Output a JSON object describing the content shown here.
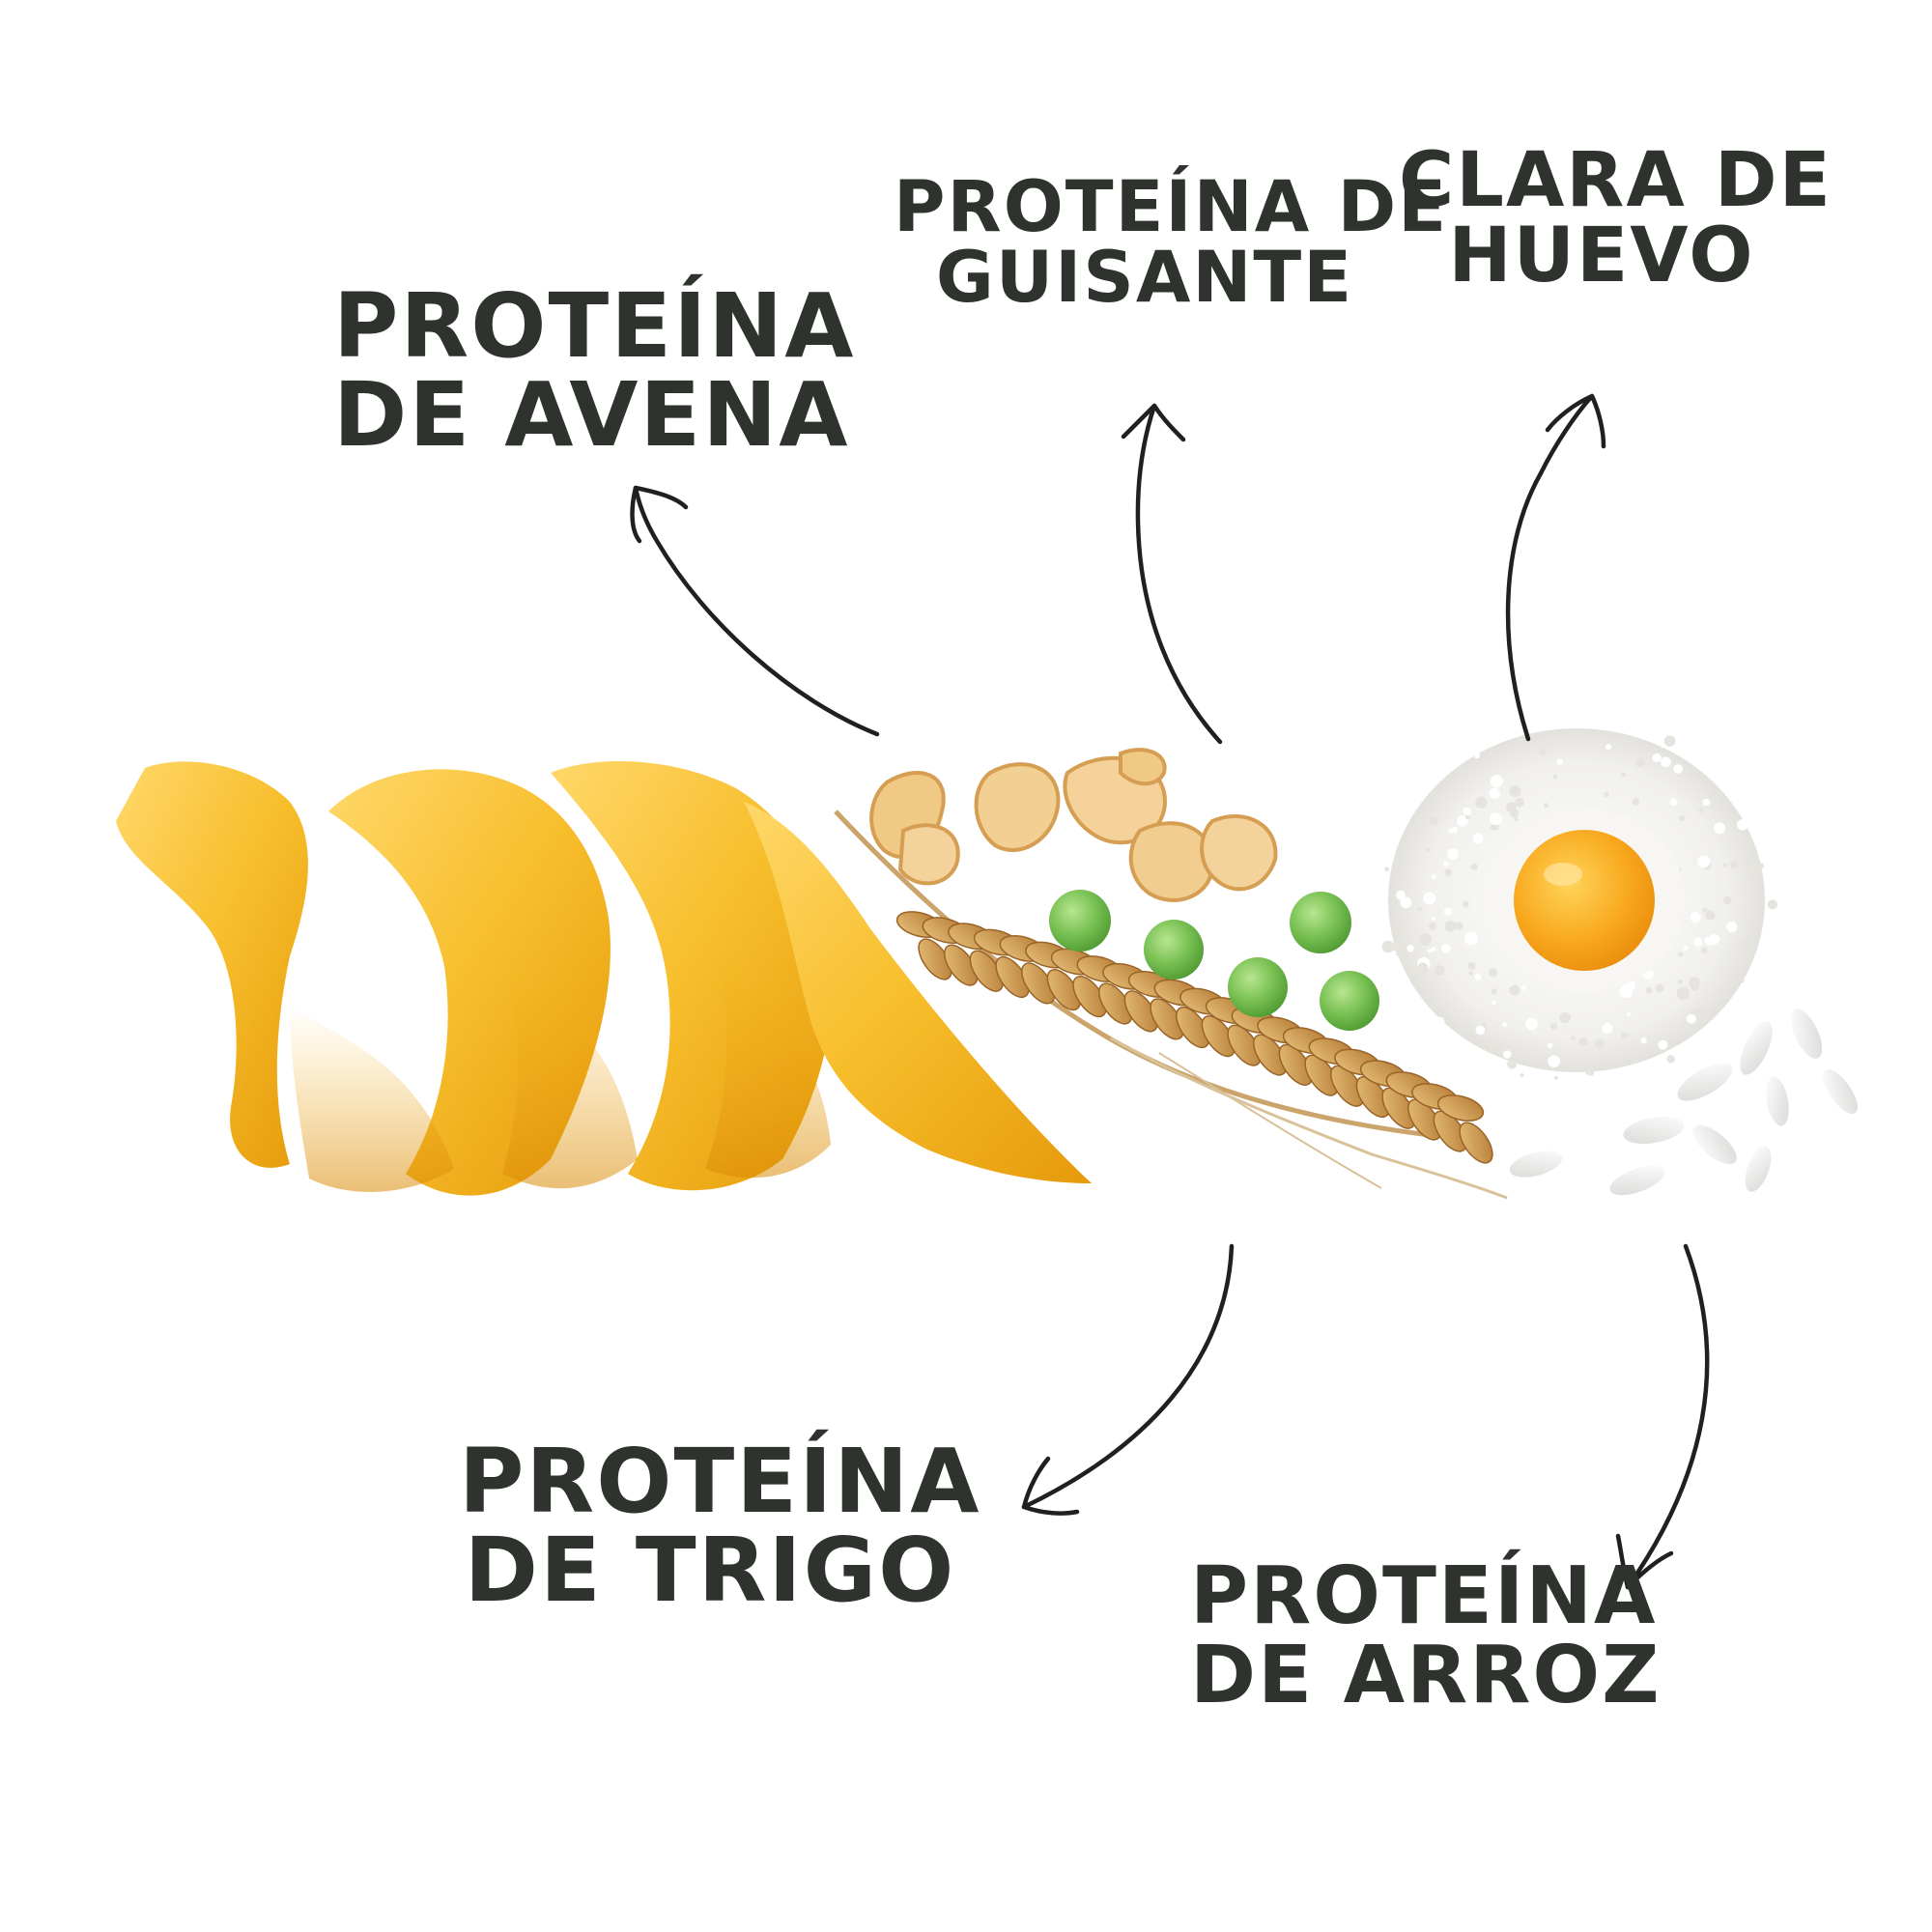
{
  "labels": {
    "oat": [
      "PROTEÍNA",
      "DE AVENA"
    ],
    "pea": [
      "PROTEÍNA DE",
      "GUISANTE"
    ],
    "egg": [
      "CLARA DE",
      "HUEVO"
    ],
    "wheat": [
      "PROTEÍNA",
      "DE TRIGO"
    ],
    "rice": [
      "PROTEÍNA",
      "DE ARROZ"
    ]
  },
  "illustration": {
    "items": [
      "fusilli-pasta",
      "wheat-ear",
      "oat-flakes",
      "green-peas",
      "egg-in-flour",
      "rice-grains"
    ]
  },
  "colors": {
    "text": "#2f332e",
    "arrow": "#1f211f",
    "pasta": "#f2b21d",
    "pea": "#7cc15a",
    "yolk": "#f6a21a",
    "wheat": "#c99550",
    "background": "#ffffff"
  }
}
